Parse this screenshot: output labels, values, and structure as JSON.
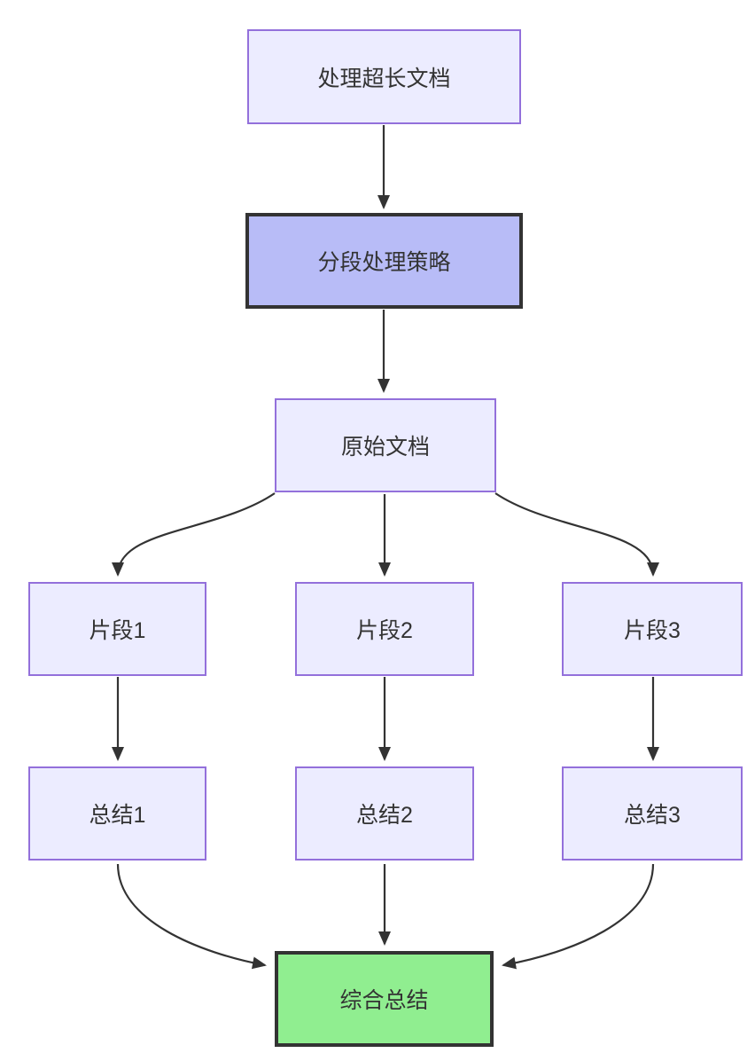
{
  "diagram": {
    "type": "flowchart",
    "direction": "top-down",
    "nodes": {
      "start": {
        "label": "处理超长文档",
        "style": "default"
      },
      "strategy": {
        "label": "分段处理策略",
        "style": "emphasis"
      },
      "doc": {
        "label": "原始文档",
        "style": "default"
      },
      "seg1": {
        "label": "片段1",
        "style": "default"
      },
      "seg2": {
        "label": "片段2",
        "style": "default"
      },
      "seg3": {
        "label": "片段3",
        "style": "default"
      },
      "sum1": {
        "label": "总结1",
        "style": "default"
      },
      "sum2": {
        "label": "总结2",
        "style": "default"
      },
      "sum3": {
        "label": "总结3",
        "style": "default"
      },
      "final": {
        "label": "综合总结",
        "style": "success"
      }
    },
    "edges": [
      [
        "start",
        "strategy"
      ],
      [
        "strategy",
        "doc"
      ],
      [
        "doc",
        "seg1"
      ],
      [
        "doc",
        "seg2"
      ],
      [
        "doc",
        "seg3"
      ],
      [
        "seg1",
        "sum1"
      ],
      [
        "seg2",
        "sum2"
      ],
      [
        "seg3",
        "sum3"
      ],
      [
        "sum1",
        "final"
      ],
      [
        "sum2",
        "final"
      ],
      [
        "sum3",
        "final"
      ]
    ]
  },
  "colors": {
    "background": "#FFFFFF",
    "node_fill": "#ECECFF",
    "node_border": "#9370DB",
    "emphasis_fill": "#B8BCF7",
    "success_fill": "#90EE90",
    "strong_border": "#333333",
    "edge_color": "#333333",
    "text_color": "#333333"
  }
}
